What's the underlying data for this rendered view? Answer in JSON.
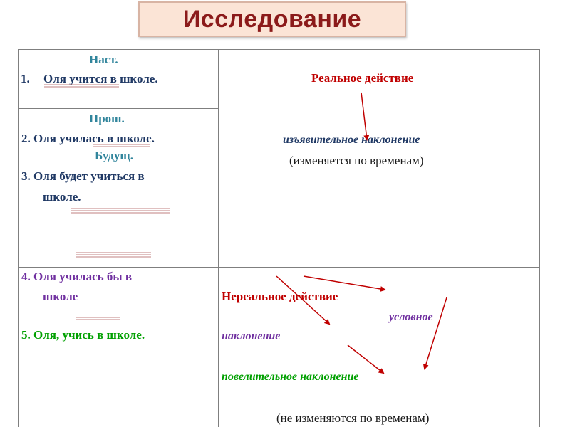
{
  "title": "Исследование",
  "left": {
    "present_label": "Наст.",
    "sentence1_num": "1.",
    "sentence1": "Оля учится в школе.",
    "past_label": "Прош.",
    "sentence2": "2. Оля училась в школе.",
    "future_label": "Будущ.",
    "sentence3_line1": "3. Оля будет учиться в",
    "sentence3_line2": "школе.",
    "sentence4_line1": "4. Оля училась бы в",
    "sentence4_line2": "школе",
    "sentence5": "5. Оля, учись в школе."
  },
  "right": {
    "real_action": "Реальное действие",
    "indicative": "изъявительное наклонение",
    "indicative_note": "(изменяется по временам)",
    "unreal_action": "Нереальное действие",
    "conditional_word": "условное",
    "conditional_word2": "наклонение",
    "imperative": "повелительное наклонение",
    "unreal_note": "(не изменяются по временам)"
  },
  "colors": {
    "title": "#8b1a1a",
    "title_bg": "#fbe4d6",
    "tense_labels": "#31859c",
    "sentences": "#1f3864",
    "real": "#c00000",
    "conditional": "#7030a0",
    "imperative": "#00a000",
    "arrows": "#c00000"
  }
}
